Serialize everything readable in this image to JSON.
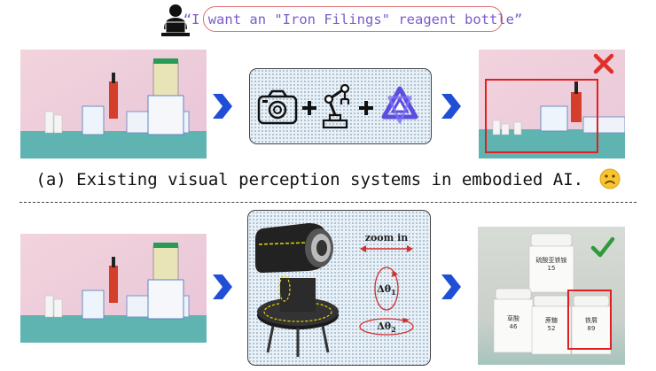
{
  "request": {
    "text": "“I want an \"Iron Filings\" reagent bottle”"
  },
  "caption_a": {
    "text": "(a) Existing visual perception systems in embodied AI."
  },
  "zoom": {
    "label": "zoom in"
  },
  "angles": {
    "theta1": "Δθ",
    "theta1_sub": "1",
    "theta2": "Δθ",
    "theta2_sub": "2"
  },
  "bottles": [
    {
      "name": "硫酸亚铁铵",
      "number": "15"
    },
    {
      "name": "草酸",
      "number": "46"
    },
    {
      "name": "蔗糖",
      "number": "52"
    },
    {
      "name": "铁屑",
      "number": "89"
    }
  ],
  "colors": {
    "arrow": "#1f4fd6",
    "fail": "#e0302a",
    "success": "#2f9a3a",
    "box": "#e02020",
    "speech_border": "#e07070",
    "speech_text": "#7a5cc9"
  },
  "icons": [
    "user-laptop-icon",
    "camera-icon",
    "robot-arm-icon",
    "ai-model-icon",
    "cross-mark-icon",
    "check-mark-icon",
    "sad-face-icon"
  ]
}
